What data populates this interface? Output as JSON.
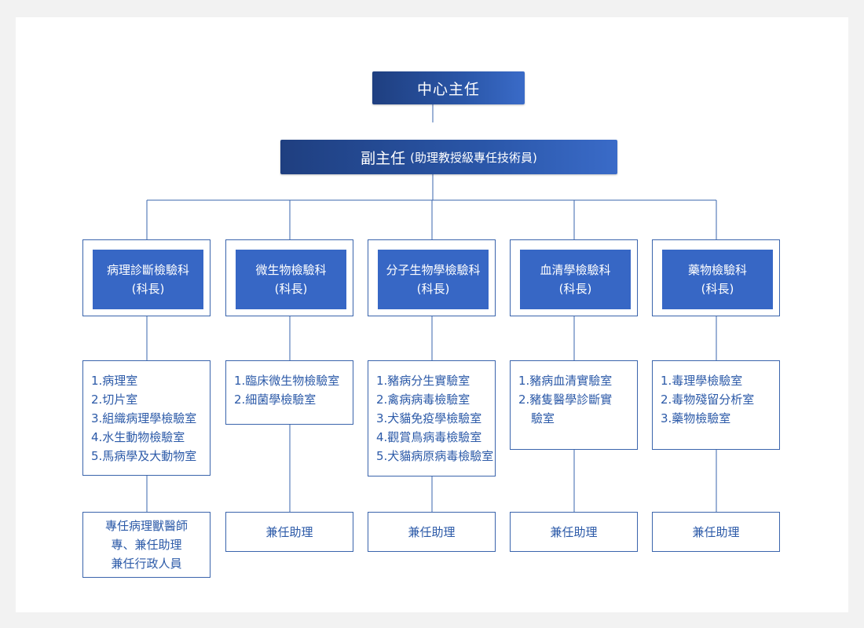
{
  "director": "中心主任",
  "deputy": {
    "title": "副主任",
    "subtitle": "(助理教授級專任技術員)"
  },
  "departments": [
    {
      "name": "病理診斷檢驗科",
      "role": "(科長)"
    },
    {
      "name": "微生物檢驗科",
      "role": "(科長)"
    },
    {
      "name": "分子生物學檢驗科",
      "role": "(科長)"
    },
    {
      "name": "血清學檢驗科",
      "role": "(科長)"
    },
    {
      "name": "藥物檢驗科",
      "role": "(科長)"
    }
  ],
  "labs": [
    [
      "1.病理室",
      "2.切片室",
      "3.組織病理學檢驗室",
      "4.水生動物檢驗室",
      "5.馬病學及大動物室"
    ],
    [
      "1.臨床微生物檢驗室",
      "2.細菌學檢驗室"
    ],
    [
      "1.豬病分生實驗室",
      "2.禽病病毒檢驗室",
      "3.犬貓免疫學檢驗室",
      "4.觀賞鳥病毒檢驗室",
      "5.犬貓病原病毒檢驗室"
    ],
    [
      "1.豬病血清實驗室",
      "2.豬隻醫學診斷實",
      "驗室"
    ],
    [
      "1.毒理學檢驗室",
      "2.毒物殘留分析室",
      "3.藥物檢驗室"
    ]
  ],
  "staff": [
    [
      "專任病理獸醫師",
      "專、兼任助理",
      "兼任行政人員"
    ],
    [
      "兼任助理"
    ],
    [
      "兼任助理"
    ],
    [
      "兼任助理"
    ],
    [
      "兼任助理"
    ]
  ],
  "colors": {
    "primary": "#3767c5",
    "dark": "#1f3f80",
    "line": "#3a64ac",
    "text": "#2c5aa8"
  }
}
